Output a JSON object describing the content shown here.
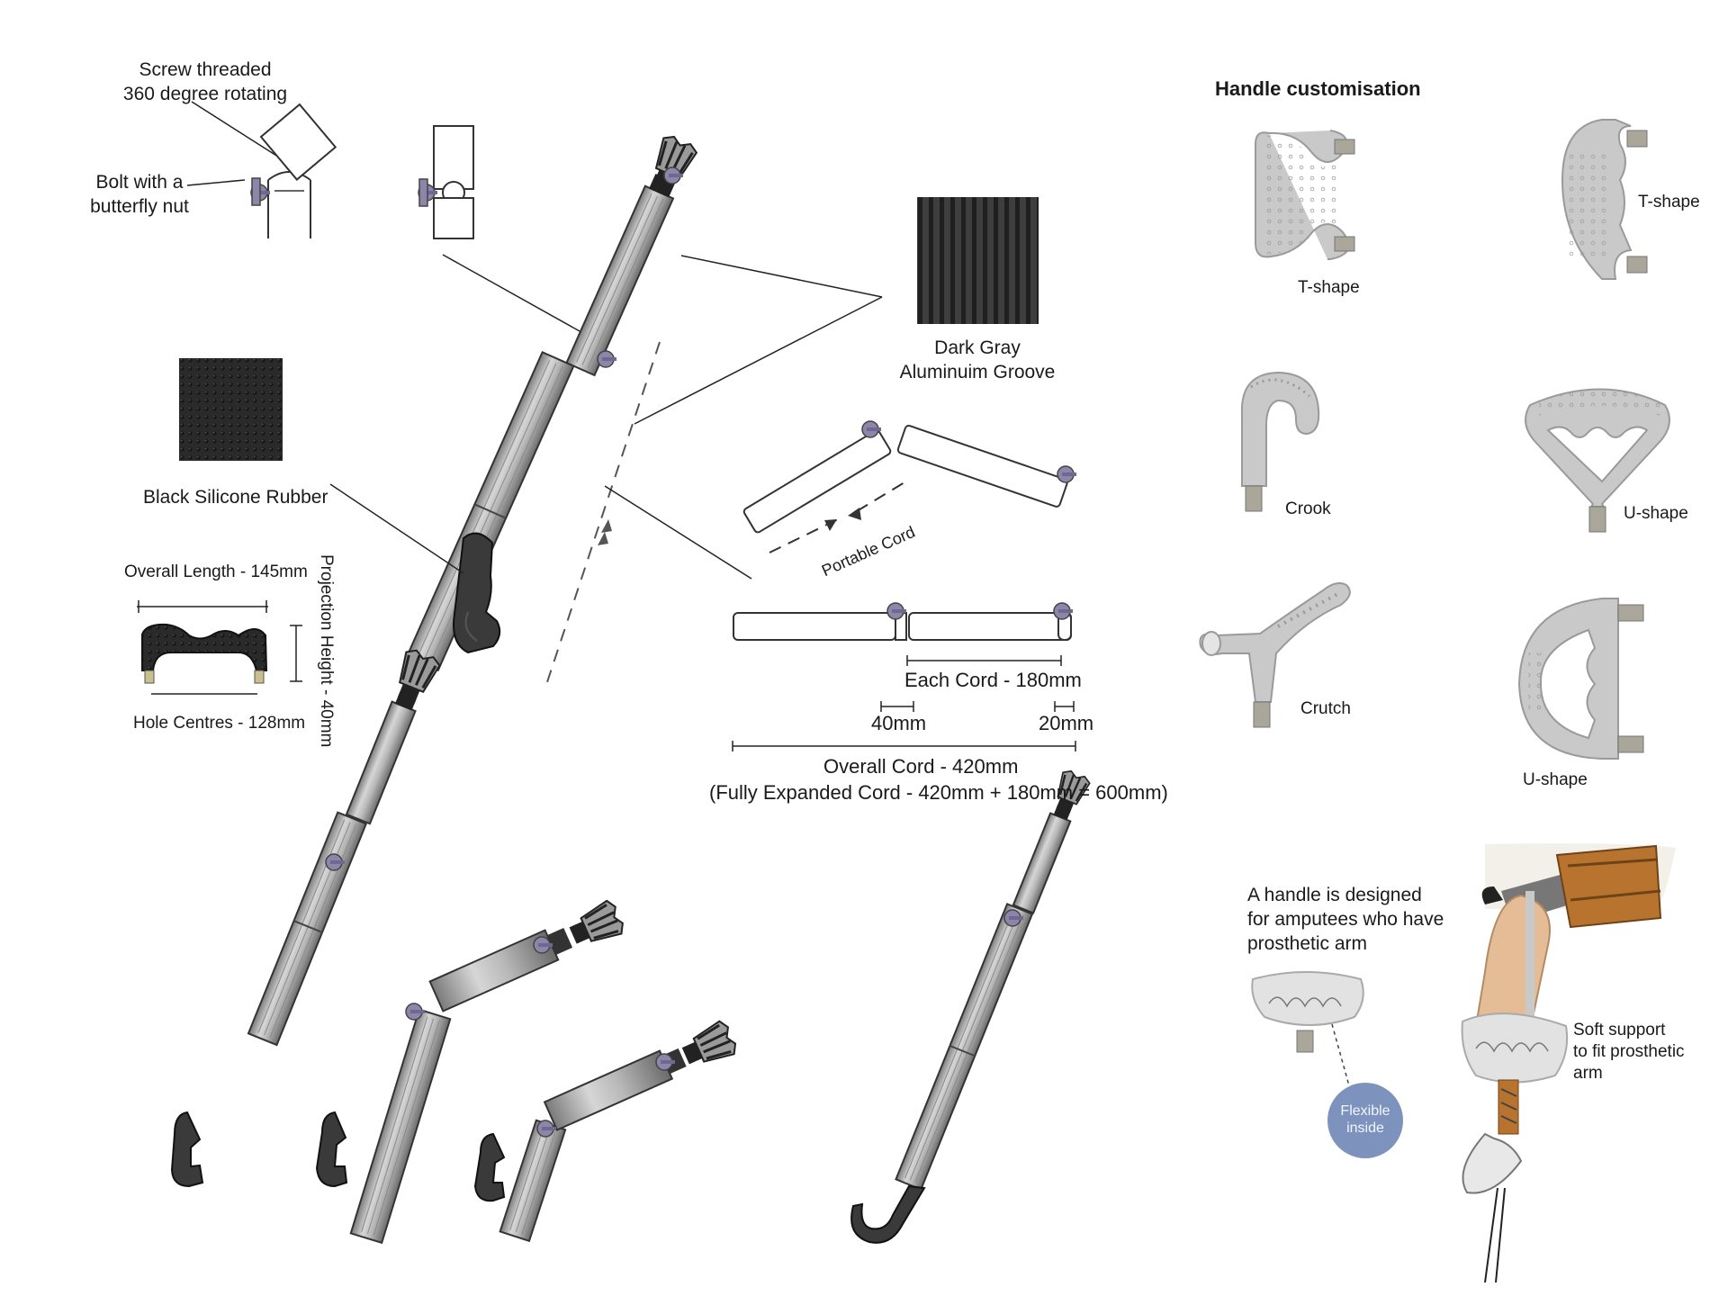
{
  "joint": {
    "rotation_label": "Screw threaded\n360 degree rotating",
    "bolt_label": "Bolt with a\nbutterfly nut"
  },
  "materials": {
    "groove_label": "Dark Gray\nAluminuim Groove",
    "rubber_label": "Black Silicone Rubber"
  },
  "grip": {
    "overall_length": "Overall Length - 145mm",
    "projection_height": "Projection Height - 40mm",
    "hole_centres": "Hole Centres - 128mm"
  },
  "cord": {
    "portable_label": "Portable Cord",
    "each_cord": "Each Cord - 180mm",
    "dim_40": "40mm",
    "dim_20": "20mm",
    "overall_cord": "Overall Cord - 420mm",
    "expanded_cord": "(Fully Expanded Cord - 420mm + 180mm = 600mm)"
  },
  "handles": {
    "title": "Handle customisation",
    "items": [
      {
        "icon": "t-shape-handle-icon",
        "label": "T-shape"
      },
      {
        "icon": "t-shape-handle-icon",
        "label": "T-shape"
      },
      {
        "icon": "crook-handle-icon",
        "label": "Crook"
      },
      {
        "icon": "u-shape-handle-icon",
        "label": "U-shape"
      },
      {
        "icon": "crutch-handle-icon",
        "label": "Crutch"
      },
      {
        "icon": "u-shape-handle-icon",
        "label": "U-shape"
      }
    ]
  },
  "prosthetic": {
    "description": "A handle is designed\nfor amputees who have\nprosthetic arm",
    "badge": "Flexible\ninside",
    "support": "Soft support\nto fit prosthetic\narm"
  },
  "colors": {
    "rod": "#b5b5b5",
    "rod_dark": "#6e6e6e",
    "rubber": "#3a3a3a",
    "groove": "#2b2b2b",
    "badge": "#7d93bd",
    "handle_gray": "#c4c4c4",
    "leather": "#b8742f",
    "skin": "#e4bc96"
  }
}
